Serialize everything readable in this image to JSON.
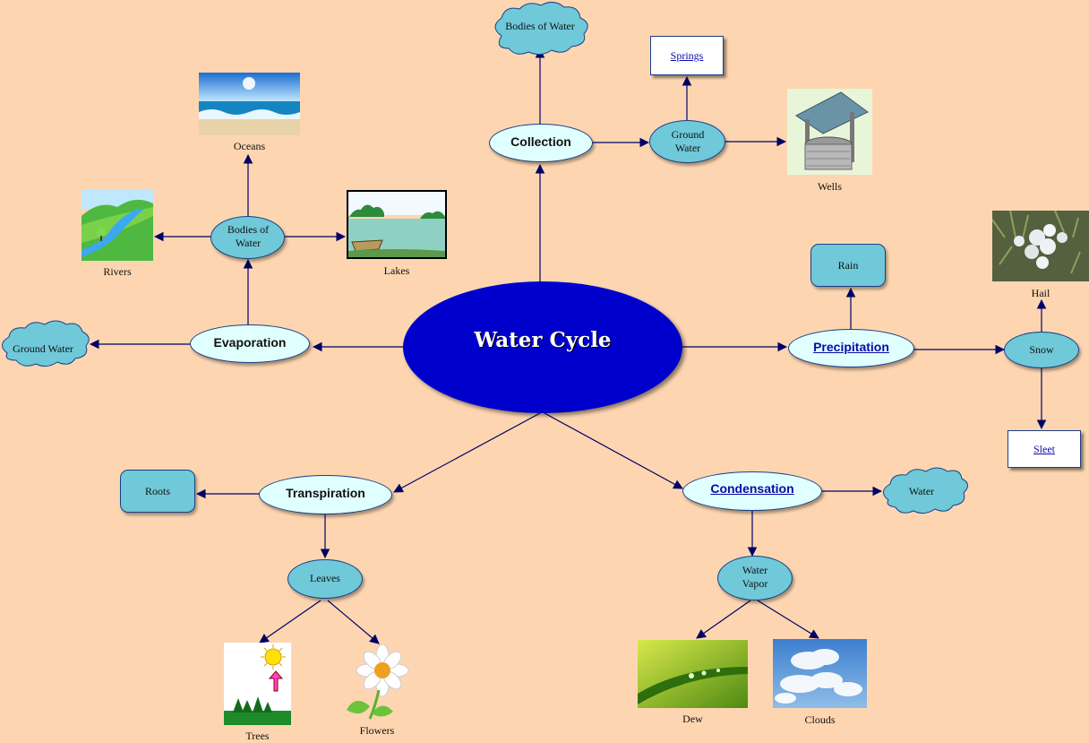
{
  "central": {
    "label": "Water Cycle"
  },
  "branches": {
    "evaporation": "Evaporation",
    "collection": "Collection",
    "precipitation": "Precipitation",
    "transpiration": "Transpiration",
    "condensation": "Condensation"
  },
  "nodes": {
    "bodies_of_water_cloud": "Bodies of Water",
    "springs": "Springs",
    "ground_water_ellipse": "Ground Water",
    "wells": "Wells",
    "oceans": "Oceans",
    "bodies_of_water_ellipse": "Bodies of Water",
    "rivers": "Rivers",
    "lakes": "Lakes",
    "ground_water_cloud": "Ground Water",
    "rain": "Rain",
    "hail": "Hail",
    "snow": "Snow",
    "sleet": "Sleet",
    "roots": "Roots",
    "leaves": "Leaves",
    "trees": "Trees",
    "flowers": "Flowers",
    "water_cloud": "Water",
    "water_vapor": "Water Vapor",
    "dew": "Dew",
    "clouds": "Clouds"
  },
  "colors": {
    "background": "#fdd6b1",
    "central_fill": "#0000cc",
    "branch_fill": "#e0ffff",
    "node_fill": "#6fc9d8",
    "line": "#000066"
  }
}
